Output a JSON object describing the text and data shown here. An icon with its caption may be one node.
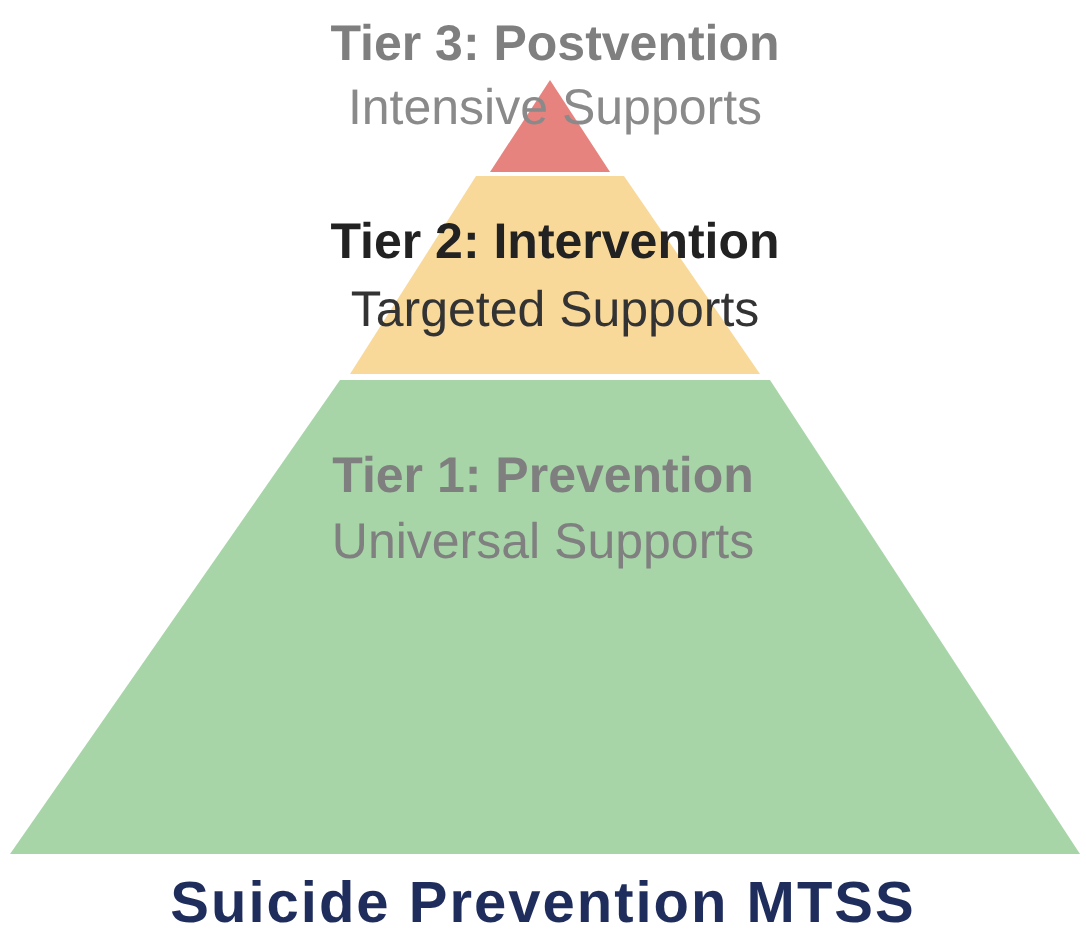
{
  "diagram": {
    "title": "Suicide Prevention MTSS",
    "nodes": [
      {
        "text": [
          "Tier 3: Postvention",
          "Intensive Supports"
        ]
      },
      {
        "text": [
          "Tier 2: Intervention",
          "Targeted Supports"
        ]
      },
      {
        "text": [
          "Tier 1: Prevention",
          "Universal Supports"
        ]
      }
    ]
  }
}
